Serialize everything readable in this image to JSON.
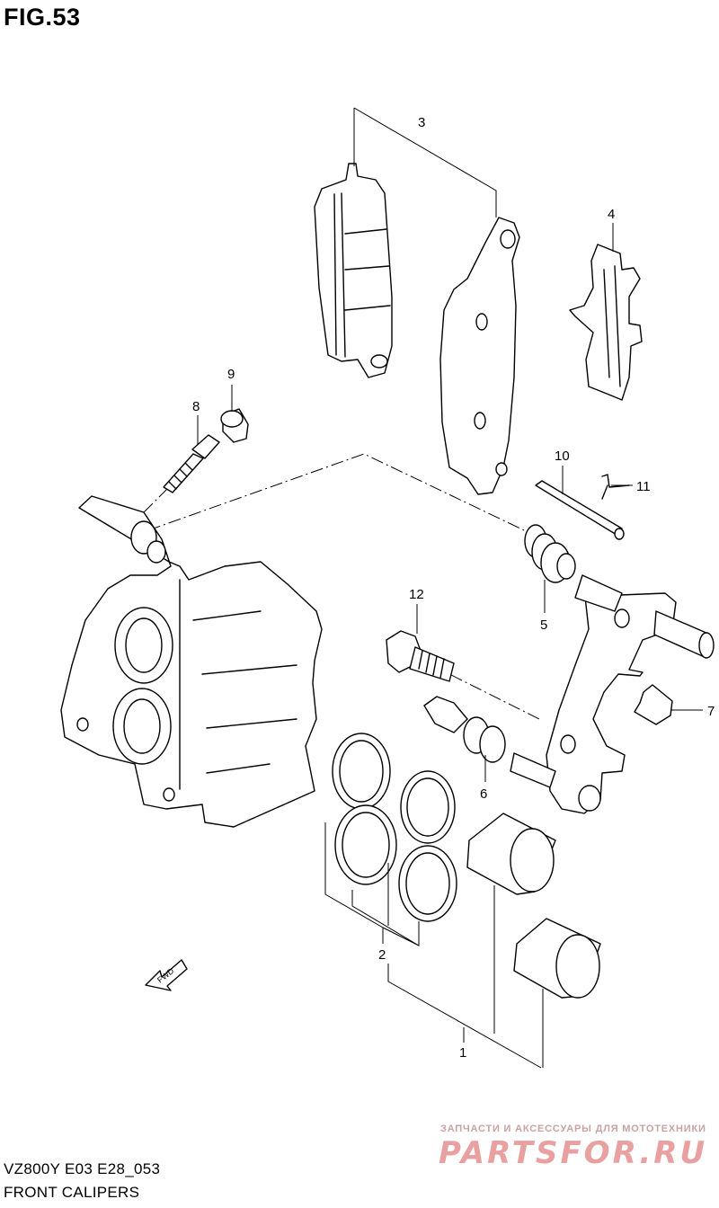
{
  "figure": {
    "title": "FIG.53",
    "model_code": "VZ800Y E03 E28_053",
    "name": "FRONT CALIPERS"
  },
  "callouts": [
    "1",
    "2",
    "3",
    "4",
    "5",
    "6",
    "7",
    "8",
    "9",
    "10",
    "11",
    "12"
  ],
  "fwd_arrow_label": "FWD",
  "watermark": {
    "tagline": "ЗАПЧАСТИ И АКСЕССУАРЫ ДЛЯ МОТОТЕХНИКИ",
    "brand": "PARTSFOR.RU"
  }
}
